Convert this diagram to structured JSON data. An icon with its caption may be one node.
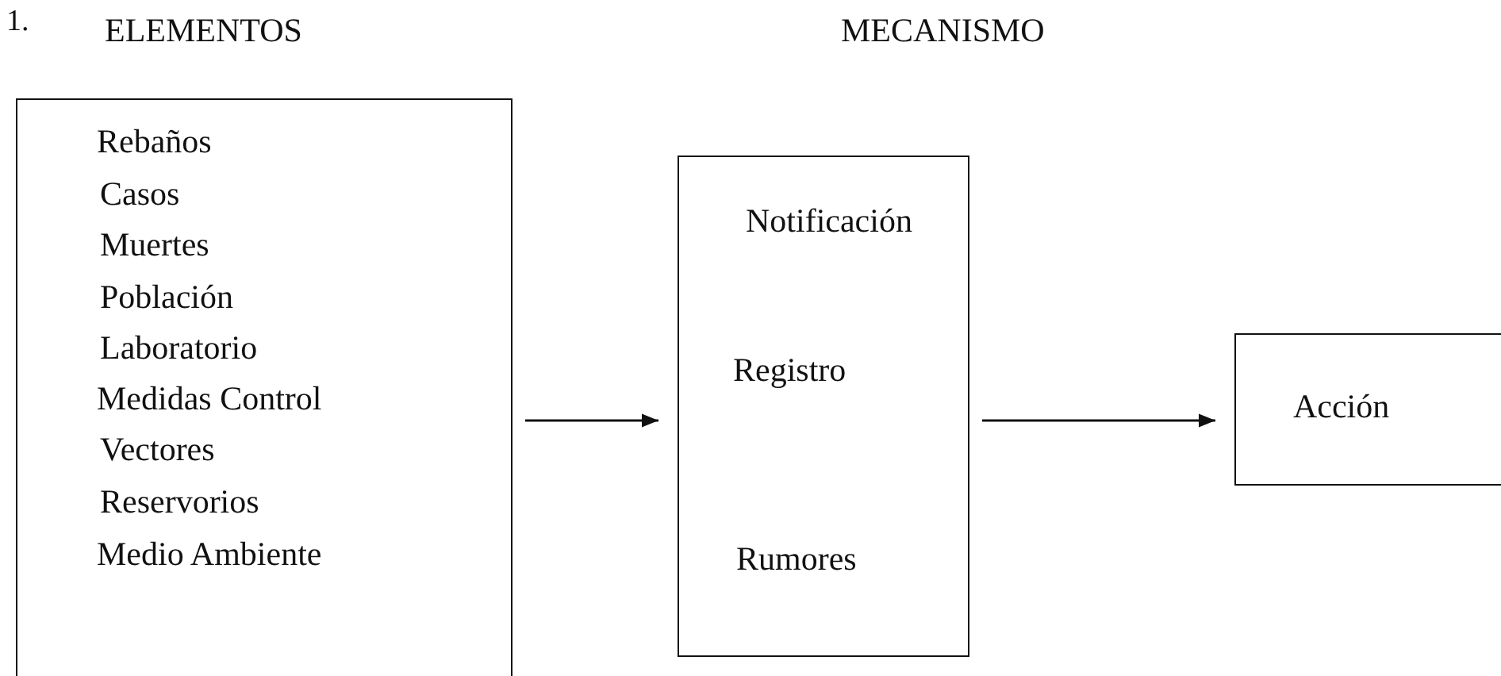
{
  "diagram": {
    "nodes": [
      {
        "text": [
          "ELEMENTOS",
          "Rebaños",
          "Casos",
          "Muertes",
          "Población",
          "Laboratorio",
          "Medidas Control",
          "Vectores",
          "Reservorios",
          "Medio Ambiente"
        ]
      },
      {
        "text": [
          "MECANISMO",
          "Notificación",
          "Registro",
          "Rumores"
        ]
      },
      {
        "text": [
          "Acción"
        ]
      }
    ],
    "edges": [
      {
        "from": 0,
        "to": 1,
        "arrow": "to"
      },
      {
        "from": 1,
        "to": 2,
        "arrow": "to"
      }
    ],
    "labels": [
      "1."
    ]
  }
}
